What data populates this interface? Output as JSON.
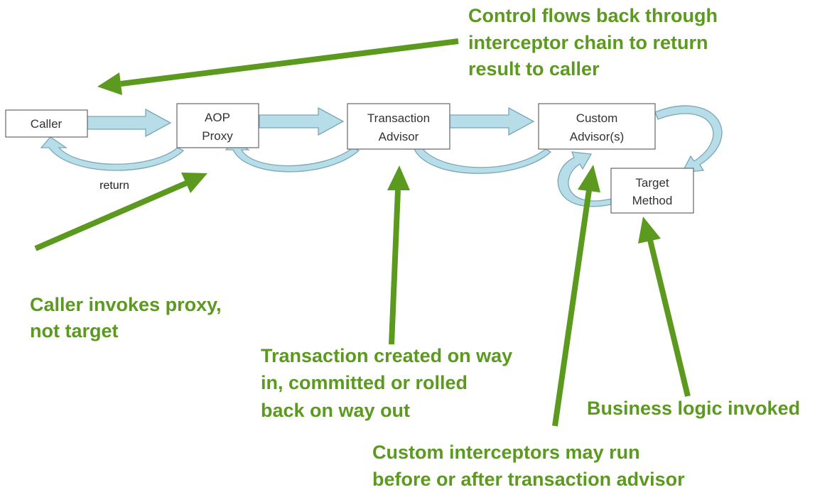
{
  "nodes": {
    "caller": "Caller",
    "aop_proxy": [
      "AOP",
      "Proxy"
    ],
    "transaction_advisor": [
      "Transaction",
      "Advisor"
    ],
    "custom_advisors": [
      "Custom",
      "Advisor(s)"
    ],
    "target_method": [
      "Target",
      "Method"
    ]
  },
  "return_label": "return",
  "annotations": {
    "control_flow": [
      "Control flows back through",
      "interceptor chain to return",
      "result to caller"
    ],
    "caller_invokes": [
      "Caller invokes proxy,",
      "not target"
    ],
    "transaction": [
      "Transaction created on way",
      "in, committed or rolled",
      "back on way out"
    ],
    "business_logic": [
      "Business logic invoked"
    ],
    "custom_interceptors": [
      "Custom interceptors may run",
      "before or after transaction advisor"
    ]
  },
  "colors": {
    "annotation_green": "#5b9a1f",
    "flow_arrow_fill": "#b6dde8"
  }
}
